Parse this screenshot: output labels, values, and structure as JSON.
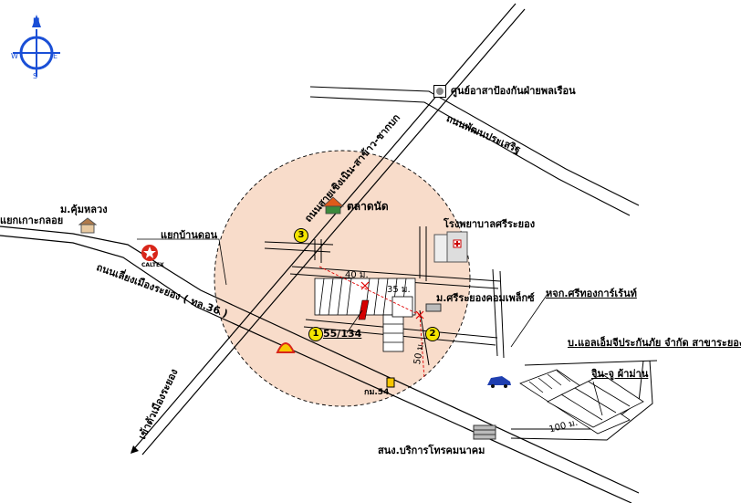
{
  "compass": {
    "north": "N",
    "south": "S",
    "east": "E",
    "west": "W"
  },
  "landmarks": {
    "civil_defense": "ศูนย์อาสาป้องกันฝ่ายพลเรือน",
    "road_pattana": "ถนนพัฒนประเสริฐ",
    "road_main_diag": "ถนนสายเชิงเนิน-สาข้าว-ชากบก",
    "market": "ตลาดนัด",
    "hospital": "โรงพยาบาลศรีระยอง",
    "junction_left": "แยกเกาะกลอย",
    "village_kumluang": "ม.คุ้มหลวง",
    "junction_bandon": "แยกบ้านดอน",
    "caltex": "CALTEX",
    "road_main_horiz": "ถนนเลี่ยงเมืองระยอง ( ทล.36 )",
    "sri_rayong_complex": "ม.ศรีระยองคอมเพล็กซ์",
    "house_no": "55/134",
    "km_marker": "กม.54",
    "to_rayong": "เข้าตัวเมืองระยอง",
    "mingkaew": "หจก.ศรีทองการ์เร้นท์",
    "insurance": "บ.แอลเอ็มจีประกันภัย จำกัด สาขาระยอง",
    "jingju": "จิน-จู ผ้าม่าน",
    "phone_office": "สนง.บริการโทรคมนาคม"
  },
  "distances": {
    "d40": "40 ม.",
    "d35": "35 ม.",
    "d50": "50 ม.",
    "d100": "100 ม."
  },
  "points": {
    "p1": "1",
    "p2": "2",
    "p3": "3"
  },
  "colors": {
    "circle_fill": "#f8dcca",
    "highlight_plot": "#d40000",
    "distance_line": "#e00000",
    "point_fill": "#f4e400",
    "compass_blue": "#1a4fd6",
    "shell_yellow": "#f7c600",
    "shell_red": "#d8261a",
    "car_blue": "#1f3fb0"
  }
}
